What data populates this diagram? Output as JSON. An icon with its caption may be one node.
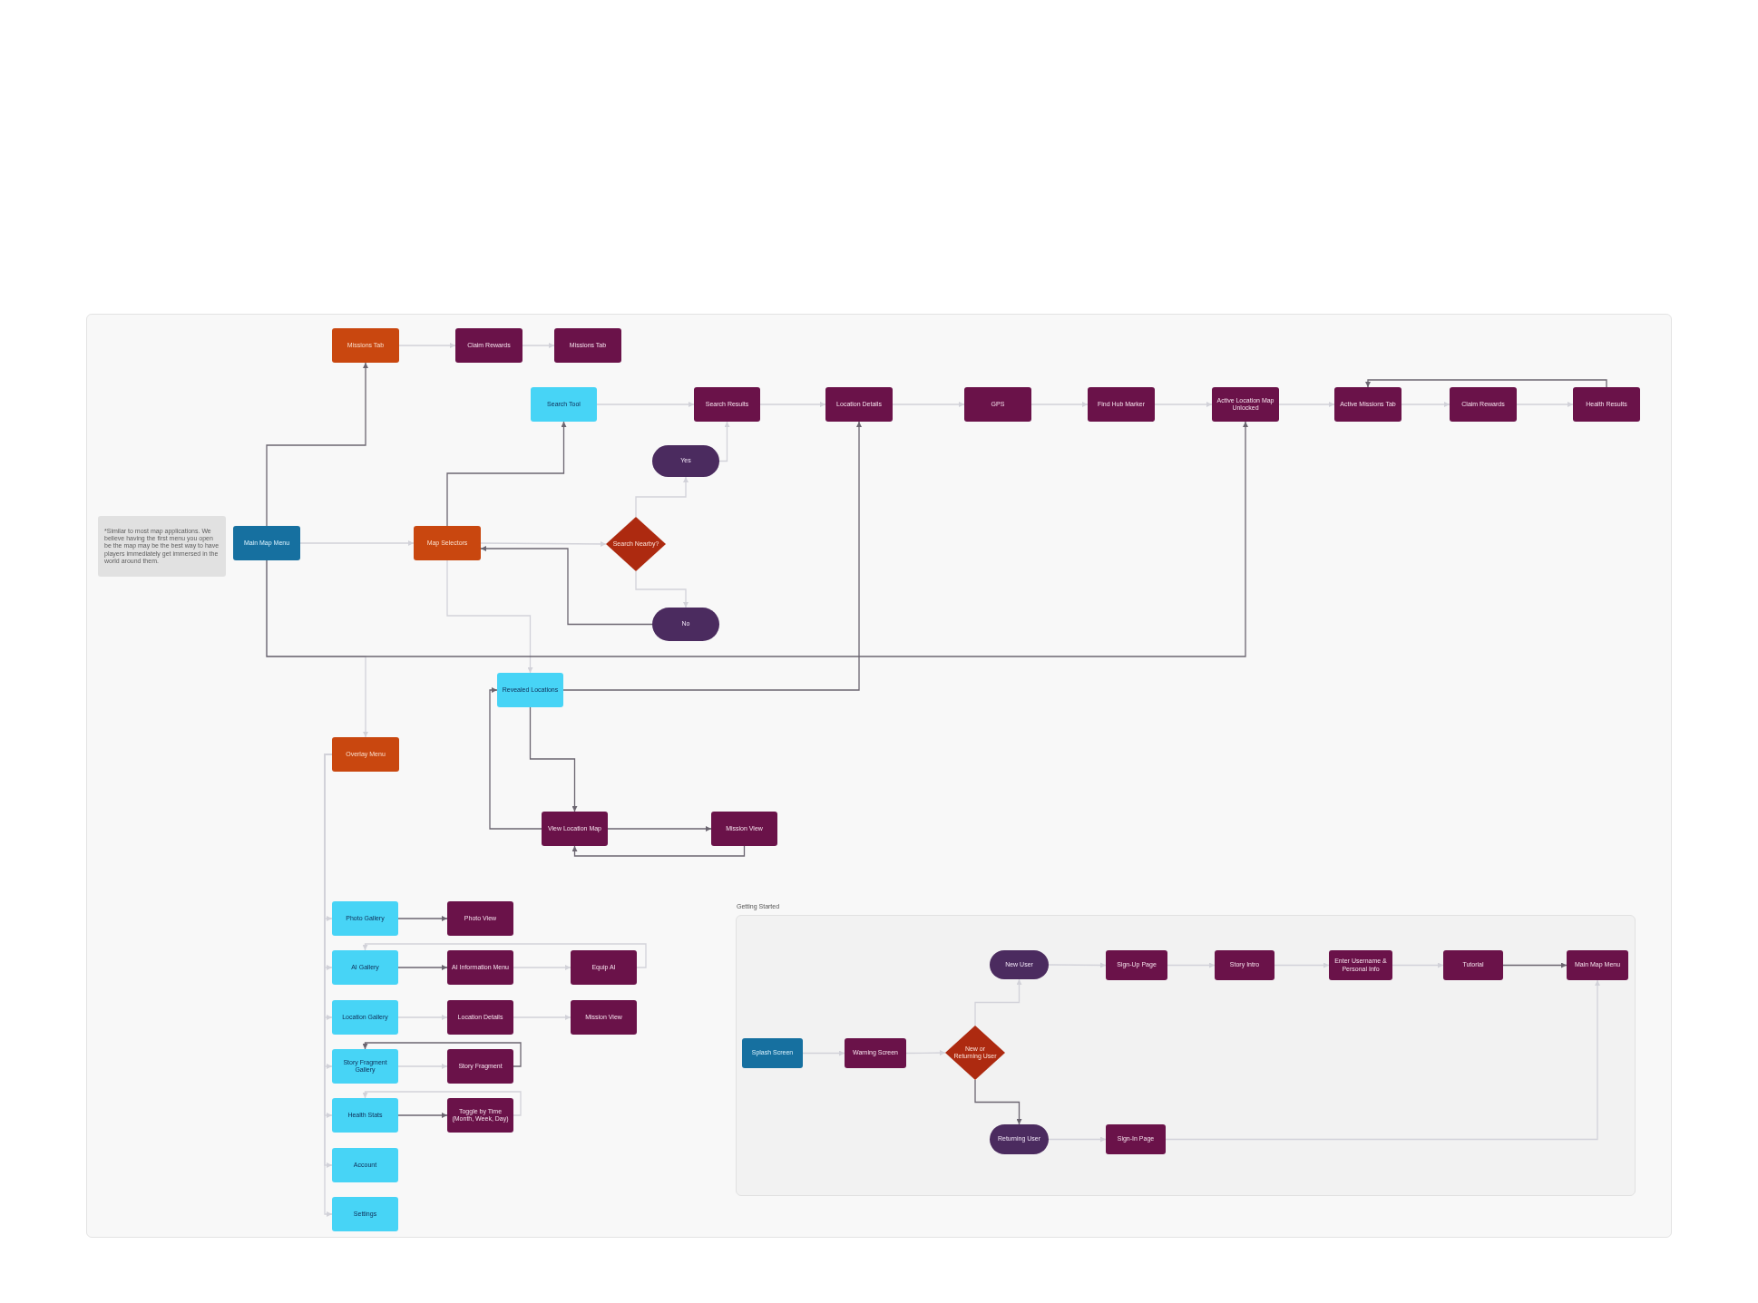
{
  "diagram": {
    "nodes": [
      {
        "text": [
          "Missions Tab"
        ]
      },
      {
        "text": [
          "Claim Rewards"
        ]
      },
      {
        "text": [
          "Missions Tab"
        ]
      },
      {
        "text": [
          "Search Tool"
        ]
      },
      {
        "text": [
          "Search Results"
        ]
      },
      {
        "text": [
          "Location Details"
        ]
      },
      {
        "text": [
          "GPS"
        ]
      },
      {
        "text": [
          "Find Hub Marker"
        ]
      },
      {
        "text": [
          "Active Location Map Unlocked"
        ]
      },
      {
        "text": [
          "Active Missions Tab"
        ]
      },
      {
        "text": [
          "Claim Rewards"
        ]
      },
      {
        "text": [
          "Health Results"
        ]
      },
      {
        "text": [
          "Yes"
        ]
      },
      {
        "text": [
          "*Similar to most map applications. We believe having the first menu you open be the map may be the best way to have players immediately get immersed in the world around them."
        ]
      },
      {
        "text": [
          "Main Map Menu"
        ]
      },
      {
        "text": [
          "Map Selectors"
        ]
      },
      {
        "text": [
          "Search Nearby?"
        ]
      },
      {
        "text": [
          "No"
        ]
      },
      {
        "text": [
          "Revealed Locations"
        ]
      },
      {
        "text": [
          "Overlay Menu"
        ]
      },
      {
        "text": [
          "View Location Map"
        ]
      },
      {
        "text": [
          "Mission View"
        ]
      },
      {
        "text": [
          "Photo Gallery"
        ]
      },
      {
        "text": [
          "Photo View"
        ]
      },
      {
        "text": [
          "AI Gallery"
        ]
      },
      {
        "text": [
          "AI Information Menu"
        ]
      },
      {
        "text": [
          "Equip AI"
        ]
      },
      {
        "text": [
          "Location Gallery"
        ]
      },
      {
        "text": [
          "Location Details"
        ]
      },
      {
        "text": [
          "Mission View"
        ]
      },
      {
        "text": [
          "Story Fragment Gallery"
        ]
      },
      {
        "text": [
          "Story Fragment"
        ]
      },
      {
        "text": [
          "Health Stats"
        ]
      },
      {
        "text": [
          "Toggle by Time (Month, Week, Day)"
        ]
      },
      {
        "text": [
          "Account"
        ]
      },
      {
        "text": [
          "Settings"
        ]
      },
      {
        "text": [
          "Getting Started"
        ]
      },
      {
        "text": [
          "New User"
        ],
        "in": 36
      },
      {
        "text": [
          "Sign-Up Page"
        ],
        "in": 36
      },
      {
        "text": [
          "Story Intro"
        ],
        "in": 36
      },
      {
        "text": [
          "Enter Username & Personal Info"
        ],
        "in": 36
      },
      {
        "text": [
          "Tutorial"
        ],
        "in": 36
      },
      {
        "text": [
          "Main Map Menu"
        ],
        "in": 36
      },
      {
        "text": [
          "Splash Screen"
        ],
        "in": 36
      },
      {
        "text": [
          "Warning Screen"
        ],
        "in": 36
      },
      {
        "text": [
          "New or Returning User"
        ],
        "in": 36
      },
      {
        "text": [
          "Returning User"
        ],
        "in": 36
      },
      {
        "text": [
          "Sign-In Page"
        ],
        "in": 36
      }
    ],
    "edges": [
      {
        "from": 0,
        "to": 1,
        "arrow": "to"
      },
      {
        "from": 1,
        "to": 2,
        "arrow": "to"
      },
      {
        "from": 14,
        "to": 0,
        "arrow": "to",
        "color": "#6b6570"
      },
      {
        "from": 15,
        "to": 3,
        "arrow": "to",
        "color": "#6b6570"
      },
      {
        "from": 3,
        "to": 4,
        "arrow": "to"
      },
      {
        "from": 4,
        "to": 5,
        "arrow": "to"
      },
      {
        "from": 5,
        "to": 6,
        "arrow": "to"
      },
      {
        "from": 6,
        "to": 7,
        "arrow": "to"
      },
      {
        "from": 7,
        "to": 8,
        "arrow": "to"
      },
      {
        "from": 8,
        "to": 9,
        "arrow": "to"
      },
      {
        "from": 9,
        "to": 10,
        "arrow": "to"
      },
      {
        "from": 10,
        "to": 11,
        "arrow": "to"
      },
      {
        "from": 11,
        "to": 9,
        "arrow": "to",
        "color": "#6b6570"
      },
      {
        "from": 12,
        "to": 4,
        "arrow": "to"
      },
      {
        "from": 16,
        "to": 12,
        "arrow": "to"
      },
      {
        "from": 16,
        "to": 17,
        "arrow": "to"
      },
      {
        "from": 17,
        "to": 15,
        "arrow": "to",
        "color": "#6b6570"
      },
      {
        "from": 14,
        "to": 15,
        "arrow": "to"
      },
      {
        "from": 15,
        "to": 16,
        "arrow": "to"
      },
      {
        "from": 15,
        "to": 18,
        "arrow": "to"
      },
      {
        "from": 14,
        "to": 19,
        "arrow": "to"
      },
      {
        "from": 14,
        "to": 8,
        "arrow": "to",
        "color": "#6b6570"
      },
      {
        "from": 18,
        "to": 5,
        "arrow": "to",
        "color": "#6b6570"
      },
      {
        "from": 18,
        "to": 20,
        "arrow": "to",
        "color": "#6b6570"
      },
      {
        "from": 20,
        "to": 18,
        "arrow": "to",
        "color": "#6b6570"
      },
      {
        "from": 20,
        "to": 21,
        "arrow": "to",
        "color": "#6b6570"
      },
      {
        "from": 21,
        "to": 20,
        "arrow": "to",
        "color": "#6b6570"
      },
      {
        "from": 19,
        "to": 22,
        "arrow": "to"
      },
      {
        "from": 19,
        "to": 24,
        "arrow": "to"
      },
      {
        "from": 19,
        "to": 27,
        "arrow": "to"
      },
      {
        "from": 19,
        "to": 30,
        "arrow": "to"
      },
      {
        "from": 19,
        "to": 32,
        "arrow": "to"
      },
      {
        "from": 19,
        "to": 34,
        "arrow": "to"
      },
      {
        "from": 19,
        "to": 35,
        "arrow": "to"
      },
      {
        "from": 22,
        "to": 23,
        "arrow": "to",
        "color": "#6b6570"
      },
      {
        "from": 24,
        "to": 25,
        "arrow": "to",
        "color": "#6b6570"
      },
      {
        "from": 25,
        "to": 26,
        "arrow": "to"
      },
      {
        "from": 26,
        "to": 24,
        "arrow": "to"
      },
      {
        "from": 27,
        "to": 28,
        "arrow": "to"
      },
      {
        "from": 28,
        "to": 29,
        "arrow": "to"
      },
      {
        "from": 30,
        "to": 31,
        "arrow": "to"
      },
      {
        "from": 31,
        "to": 30,
        "arrow": "to",
        "color": "#6b6570"
      },
      {
        "from": 32,
        "to": 33,
        "arrow": "to",
        "color": "#6b6570"
      },
      {
        "from": 33,
        "to": 32,
        "arrow": "to"
      },
      {
        "from": 43,
        "to": 44,
        "arrow": "to"
      },
      {
        "from": 44,
        "to": 45,
        "arrow": "to"
      },
      {
        "from": 45,
        "to": 37,
        "arrow": "to"
      },
      {
        "from": 45,
        "to": 46,
        "arrow": "to",
        "color": "#6b6570"
      },
      {
        "from": 37,
        "to": 38,
        "arrow": "to"
      },
      {
        "from": 38,
        "to": 39,
        "arrow": "to"
      },
      {
        "from": 39,
        "to": 40,
        "arrow": "to"
      },
      {
        "from": 40,
        "to": 41,
        "arrow": "to"
      },
      {
        "from": 41,
        "to": 42,
        "arrow": "to",
        "color": "#6b6570"
      },
      {
        "from": 46,
        "to": 47,
        "arrow": "to"
      },
      {
        "from": 47,
        "to": 42,
        "arrow": "to"
      }
    ]
  }
}
